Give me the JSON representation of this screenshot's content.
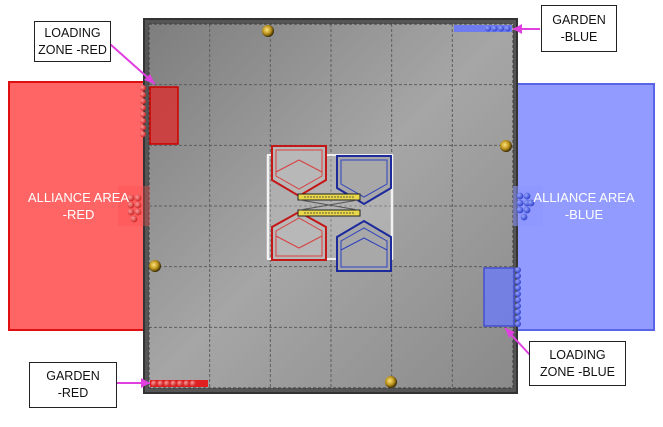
{
  "labels": {
    "loading_zone_red": "LOADING\nZONE -RED",
    "garden_blue": "GARDEN\n-BLUE",
    "alliance_area_red": "ALLIANCE AREA\n-RED",
    "alliance_area_blue": "ALLIANCE AREA\n-BLUE",
    "garden_red": "GARDEN\n-RED",
    "loading_zone_blue": "LOADING\nZONE -BLUE"
  },
  "colors": {
    "red_alliance": "#ff4d4d",
    "red_border": "#e01010",
    "blue_alliance": "#8c96ff",
    "blue_border": "#5560e0",
    "field_gray": "#9a9a9a",
    "callout_line": "#e040e0",
    "red_ball": "#e53030",
    "blue_ball": "#3b4fd8",
    "gold_post": "#c8a020"
  },
  "field": {
    "grid_columns": 6,
    "grid_rows": 6
  }
}
